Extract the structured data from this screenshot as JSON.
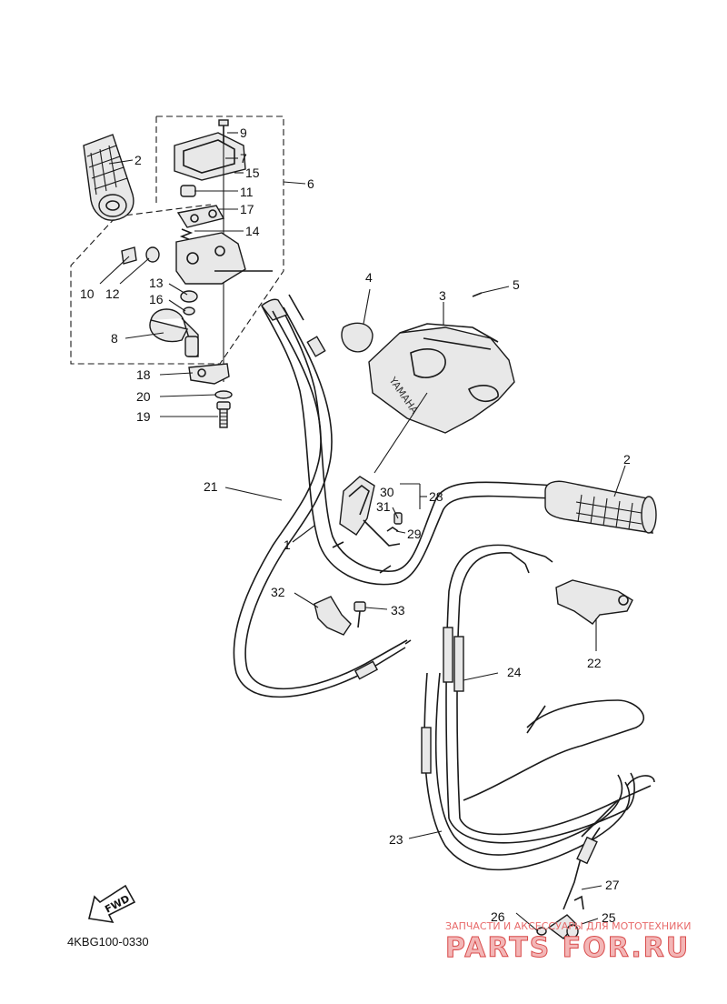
{
  "diagram": {
    "code": "4KBG100-0330",
    "fwd_label": "FWD",
    "cover_brand": "YAMAHA",
    "callouts": [
      {
        "id": "c1",
        "label": "1"
      },
      {
        "id": "c2a",
        "label": "2"
      },
      {
        "id": "c2b",
        "label": "2"
      },
      {
        "id": "c3",
        "label": "3"
      },
      {
        "id": "c4",
        "label": "4"
      },
      {
        "id": "c5",
        "label": "5"
      },
      {
        "id": "c6",
        "label": "6"
      },
      {
        "id": "c7",
        "label": "7"
      },
      {
        "id": "c8",
        "label": "8"
      },
      {
        "id": "c9",
        "label": "9"
      },
      {
        "id": "c10",
        "label": "10"
      },
      {
        "id": "c11",
        "label": "11"
      },
      {
        "id": "c12",
        "label": "12"
      },
      {
        "id": "c13",
        "label": "13"
      },
      {
        "id": "c14",
        "label": "14"
      },
      {
        "id": "c15",
        "label": "15"
      },
      {
        "id": "c16",
        "label": "16"
      },
      {
        "id": "c17",
        "label": "17"
      },
      {
        "id": "c18",
        "label": "18"
      },
      {
        "id": "c19",
        "label": "19"
      },
      {
        "id": "c20",
        "label": "20"
      },
      {
        "id": "c21",
        "label": "21"
      },
      {
        "id": "c22",
        "label": "22"
      },
      {
        "id": "c23",
        "label": "23"
      },
      {
        "id": "c24",
        "label": "24"
      },
      {
        "id": "c25",
        "label": "25"
      },
      {
        "id": "c26",
        "label": "26"
      },
      {
        "id": "c27",
        "label": "27"
      },
      {
        "id": "c28",
        "label": "28"
      },
      {
        "id": "c29",
        "label": "29"
      },
      {
        "id": "c30",
        "label": "30"
      },
      {
        "id": "c31",
        "label": "31"
      },
      {
        "id": "c32",
        "label": "32"
      },
      {
        "id": "c33",
        "label": "33"
      }
    ]
  },
  "watermark": {
    "tagline": "ЗАПЧАСТИ И АКСЕССУАРЫ ДЛЯ МОТОТЕХНИКИ",
    "site": "PARTS FOR.RU"
  }
}
